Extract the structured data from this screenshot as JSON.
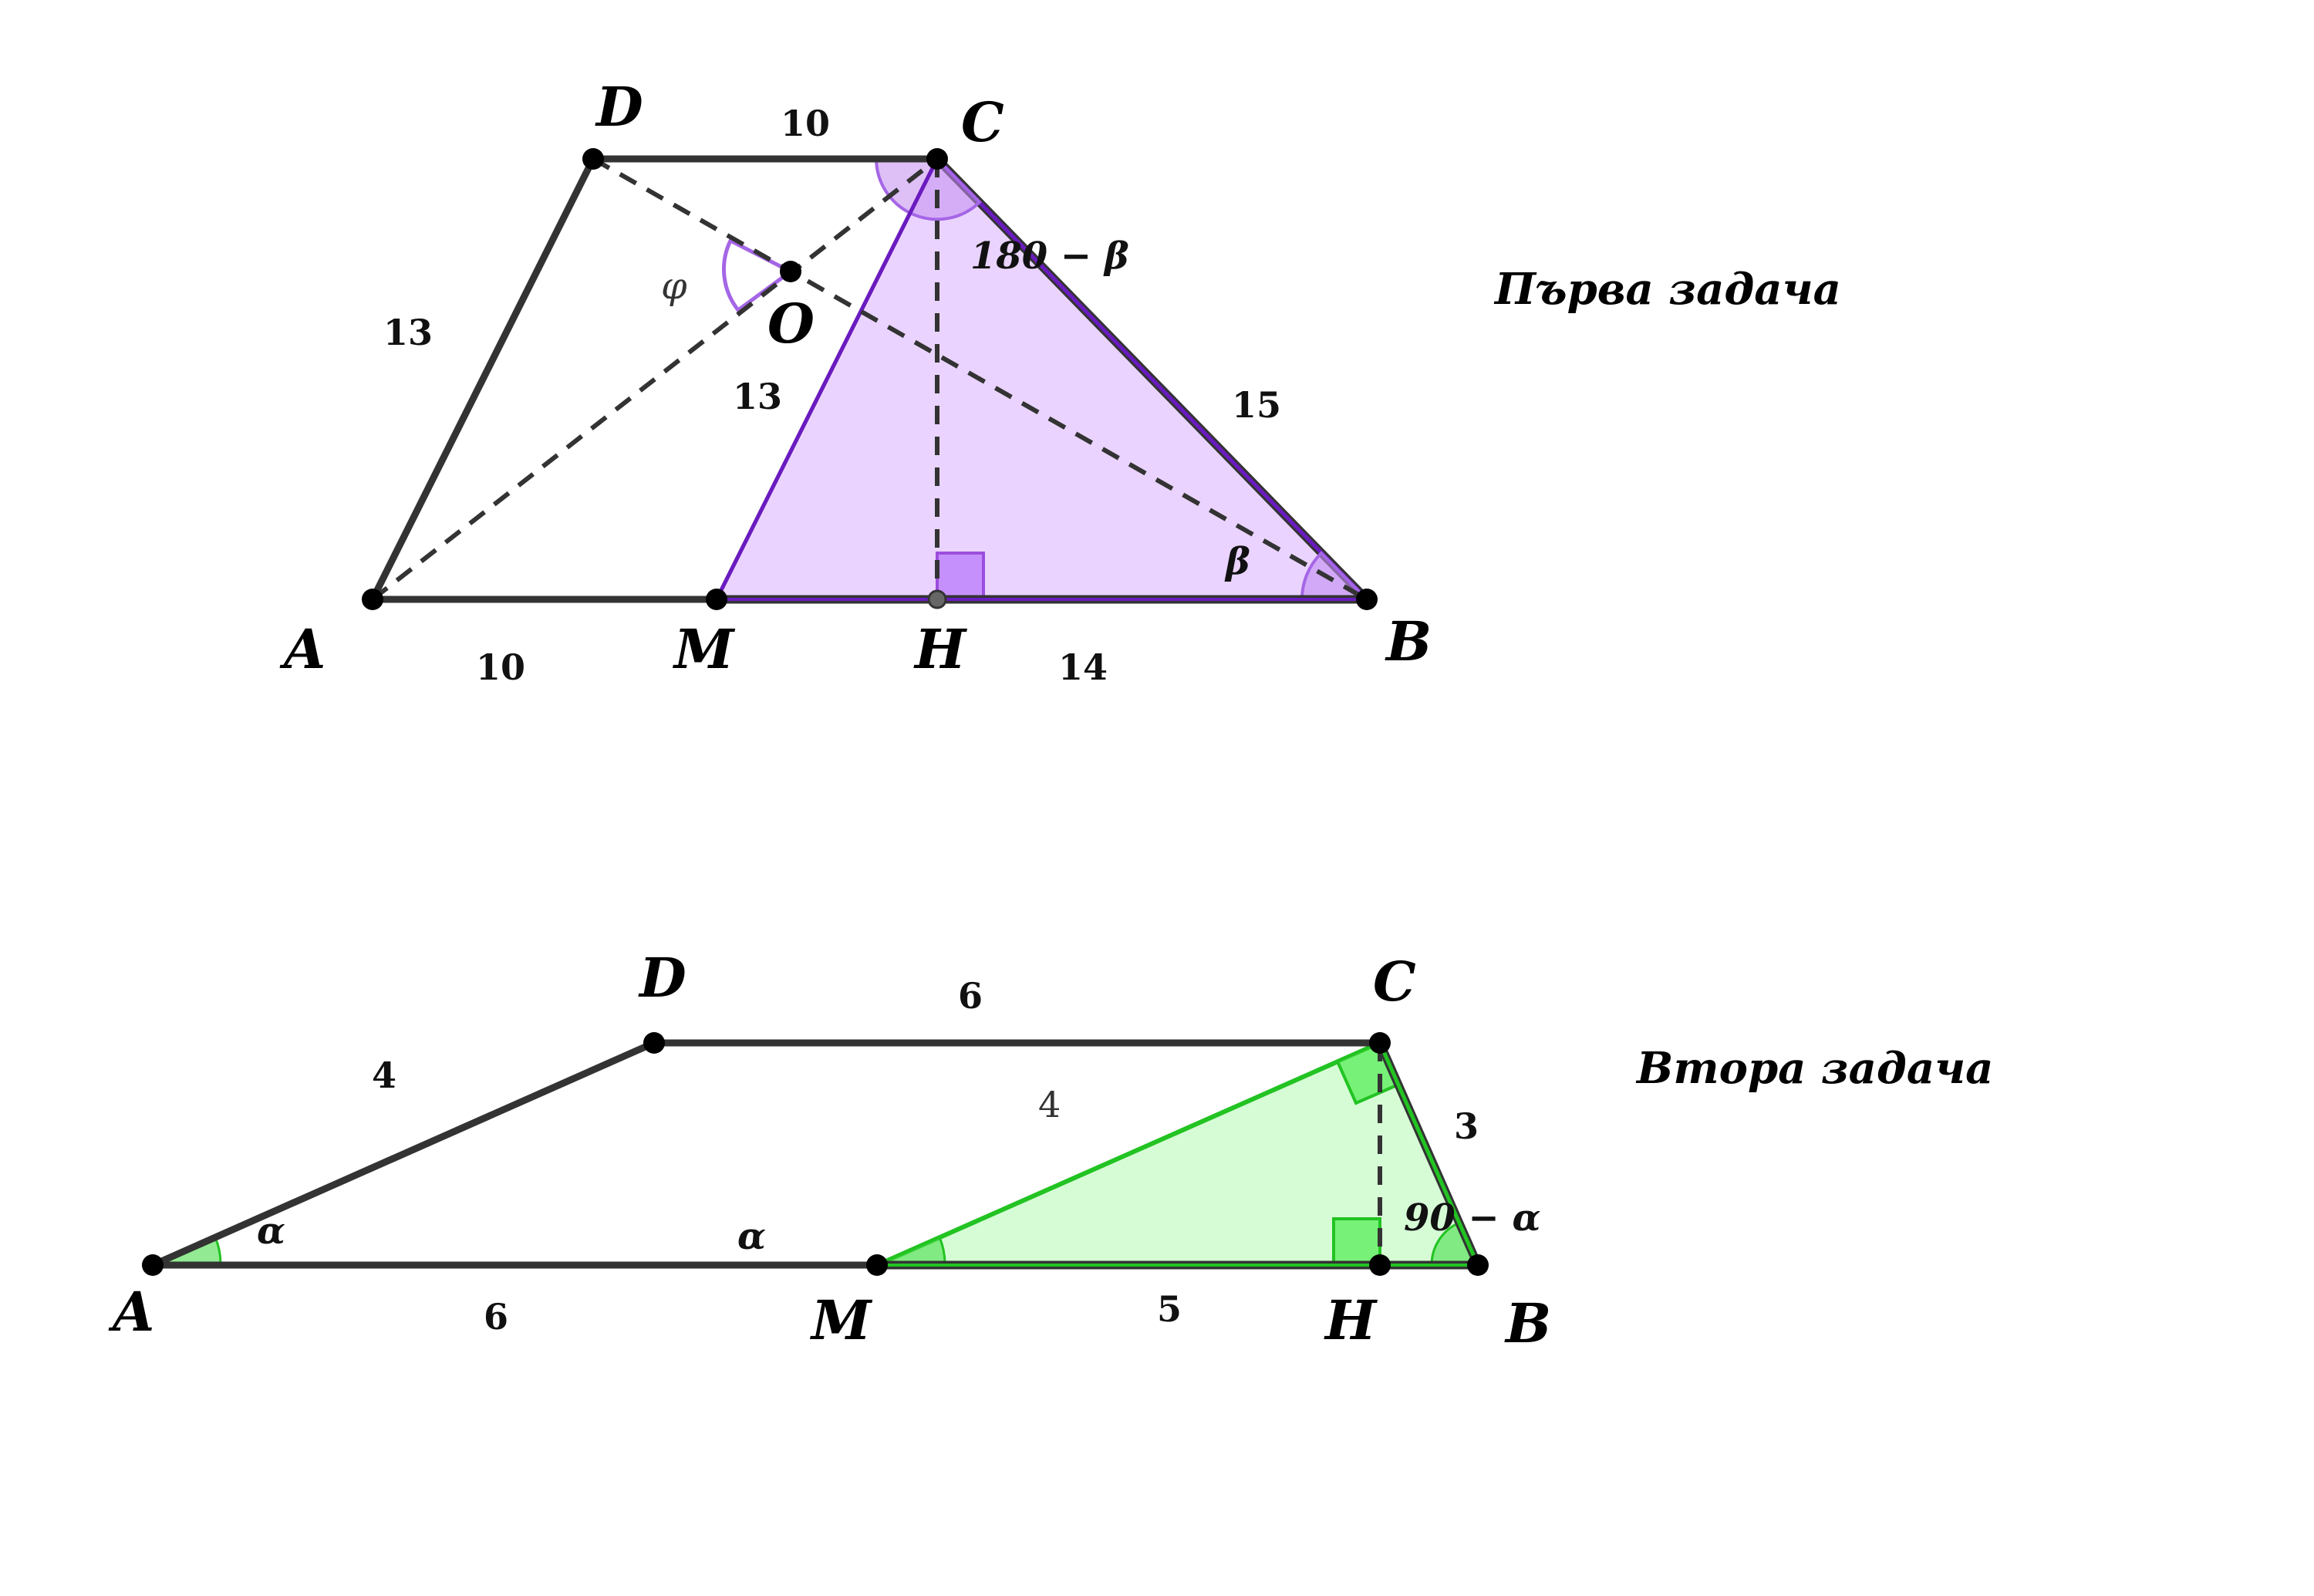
{
  "problem1": {
    "title": "Първа задача",
    "colors": {
      "fill": "#e6ccff",
      "stroke": "#6a1bbf",
      "angle": "#a566e6",
      "right_angle": "#c084fc"
    },
    "vertices": {
      "A": "A",
      "B": "B",
      "C": "C",
      "D": "D",
      "M": "M",
      "H": "H",
      "O": "O"
    },
    "lengths": {
      "DC": "10",
      "AD": "13",
      "MC": "13",
      "CB": "15",
      "AM": "10",
      "HB": "14"
    },
    "angles": {
      "C": "180 − β",
      "B": "β",
      "O": "φ"
    }
  },
  "problem2": {
    "title": "Втора задача",
    "colors": {
      "fill": "#d4fcd4",
      "stroke": "#22c322",
      "angle": "#4ade4a",
      "right_angle": "#66ee66"
    },
    "vertices": {
      "A": "A",
      "B": "B",
      "C": "C",
      "D": "D",
      "M": "M",
      "H": "H"
    },
    "lengths": {
      "AD": "4",
      "DC": "6",
      "MC": "4",
      "CB": "3",
      "AM": "6",
      "MB": "5"
    },
    "angles": {
      "A": "α",
      "M": "α",
      "B": "90 − α"
    }
  }
}
